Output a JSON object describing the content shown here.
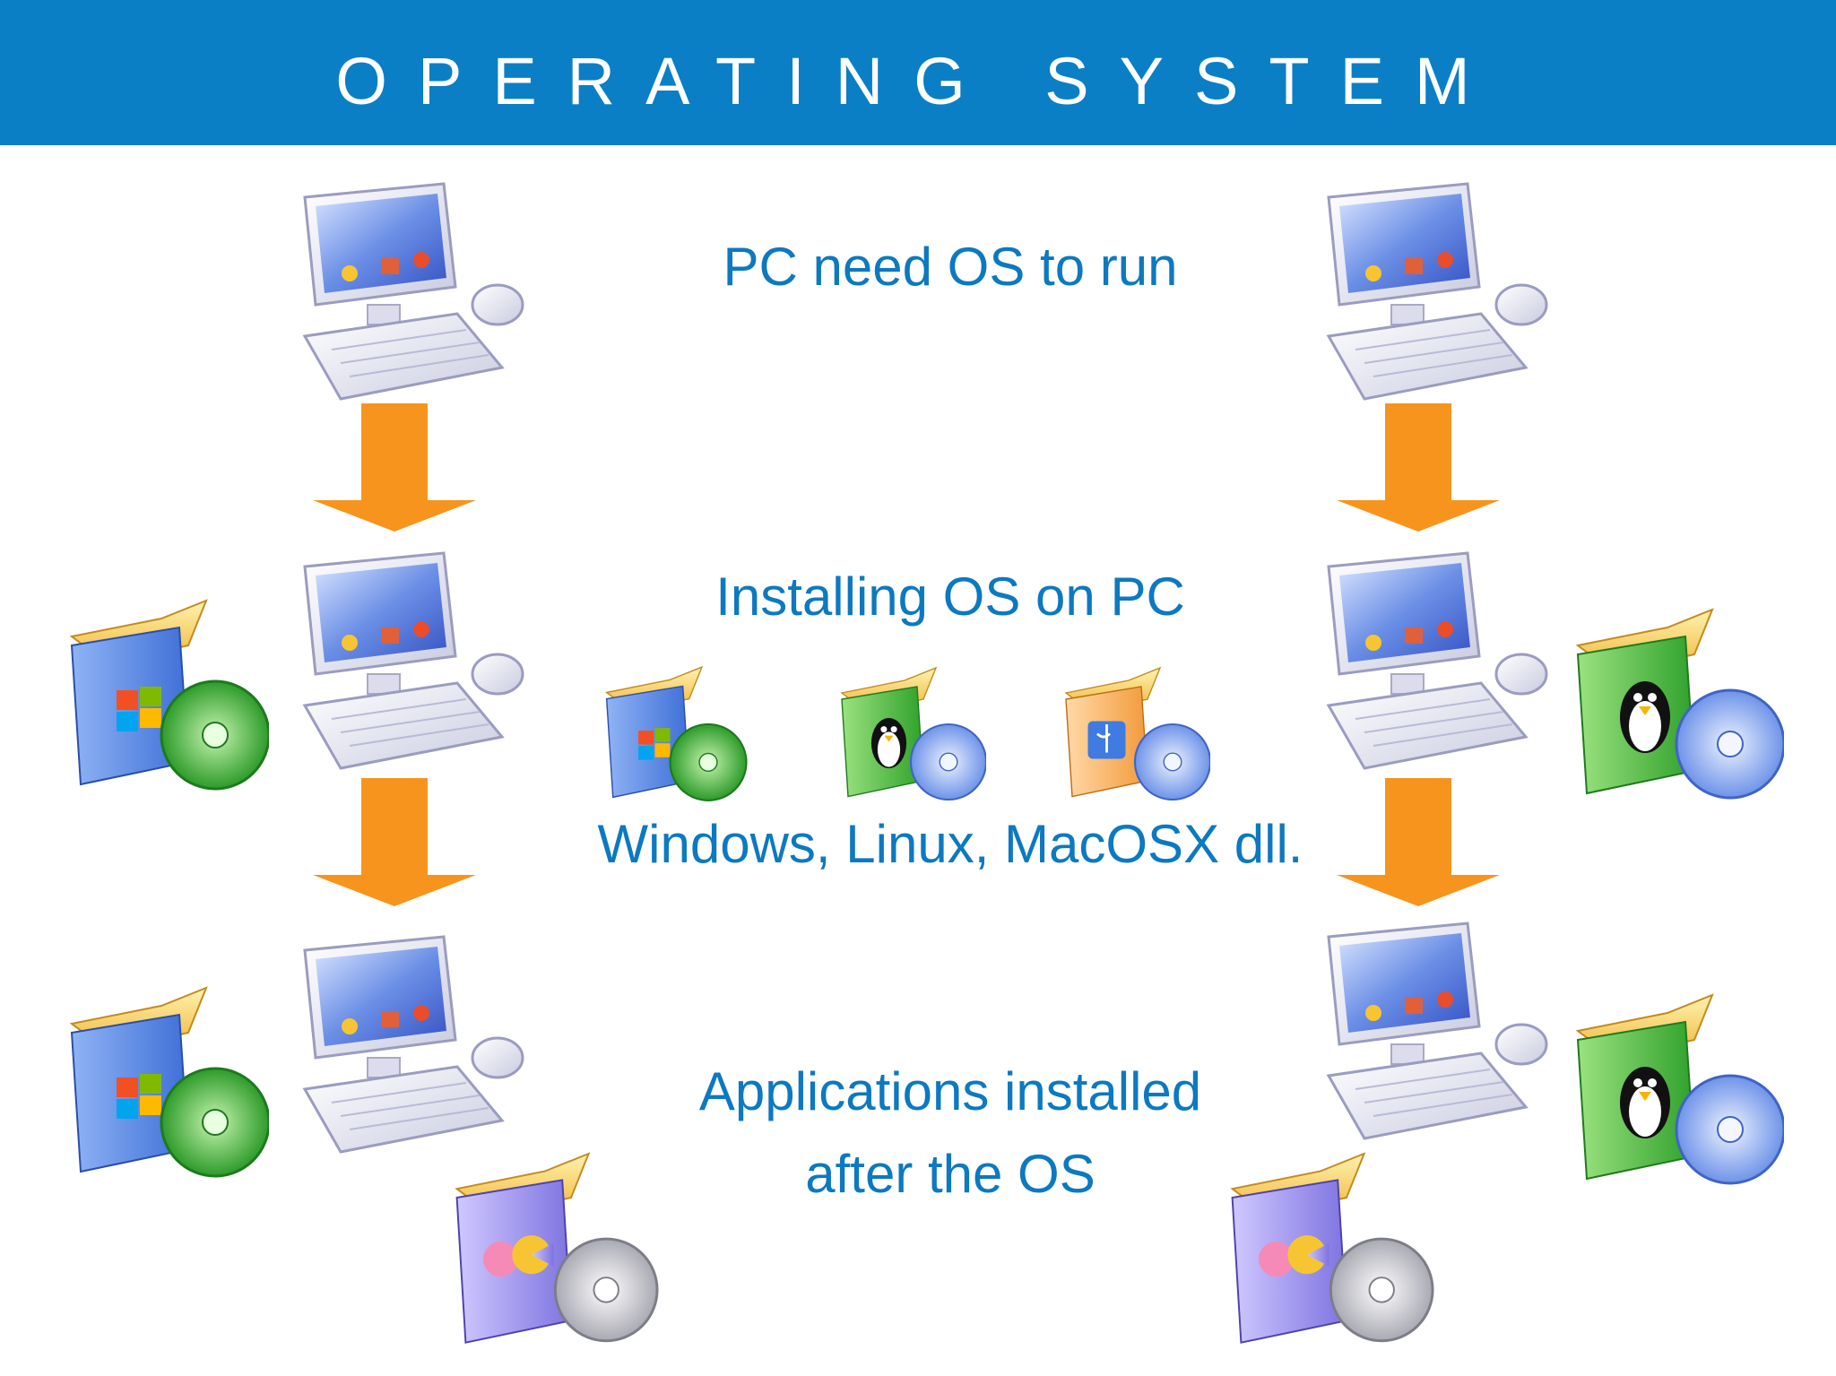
{
  "header": {
    "title": "OPERATING SYSTEM"
  },
  "captions": {
    "pc_need_os": "PC need OS to run",
    "installing_os": "Installing OS on PC",
    "os_examples": "Windows, Linux, MacOSX dll.",
    "apps_line1": "Applications installed",
    "apps_line2": "after the OS"
  },
  "colors": {
    "banner": "#0a7fc6",
    "caption_text": "#0c79c0",
    "arrow": "#f7941d"
  },
  "icons": {
    "computer": "computer-icon",
    "windows_box": "windows-software-box-icon",
    "linux_box": "linux-software-box-icon",
    "mac_box": "mac-software-box-icon",
    "app_box": "application-software-box-icon",
    "arrow": "arrow-down-icon"
  }
}
